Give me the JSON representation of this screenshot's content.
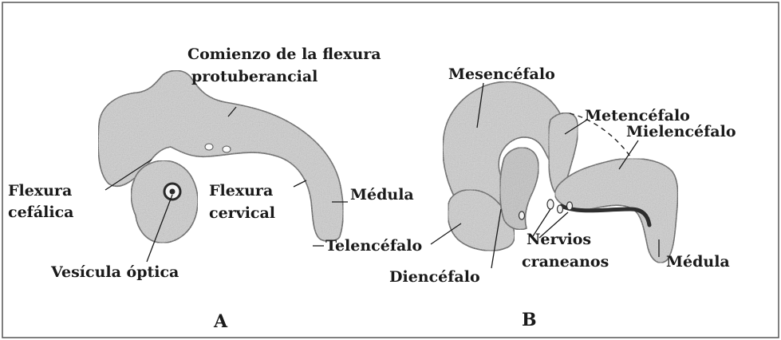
{
  "figure_a": {
    "panel_label": "A",
    "labels": {
      "comienzo_line1": "Comienzo de la flexura",
      "comienzo_line2": "protuberancial",
      "flexura_cefalica_line1": "Flexura",
      "flexura_cefalica_line2": "cefálica",
      "flexura_cervical_line1": "Flexura",
      "flexura_cervical_line2": "cervical",
      "medula": "Médula",
      "telencefalo": "Telencéfalo",
      "vesicula_optica": "Vesícula óptica"
    }
  },
  "figure_b": {
    "panel_label": "B",
    "labels": {
      "mesencefalo": "Mesencéfalo",
      "metencefalo": "Metencéfalo",
      "mielencefalo": "Mielencéfalo",
      "nervios_line1": "Nervios",
      "nervios_line2": "craneanos",
      "diencefalo": "Diencéfalo",
      "medula": "Médula"
    }
  },
  "colors": {
    "ink": "#1a1a1a",
    "tissue_fill": "#cfcfcf",
    "tissue_dark": "#3a3a3a",
    "frame": "#555555"
  }
}
